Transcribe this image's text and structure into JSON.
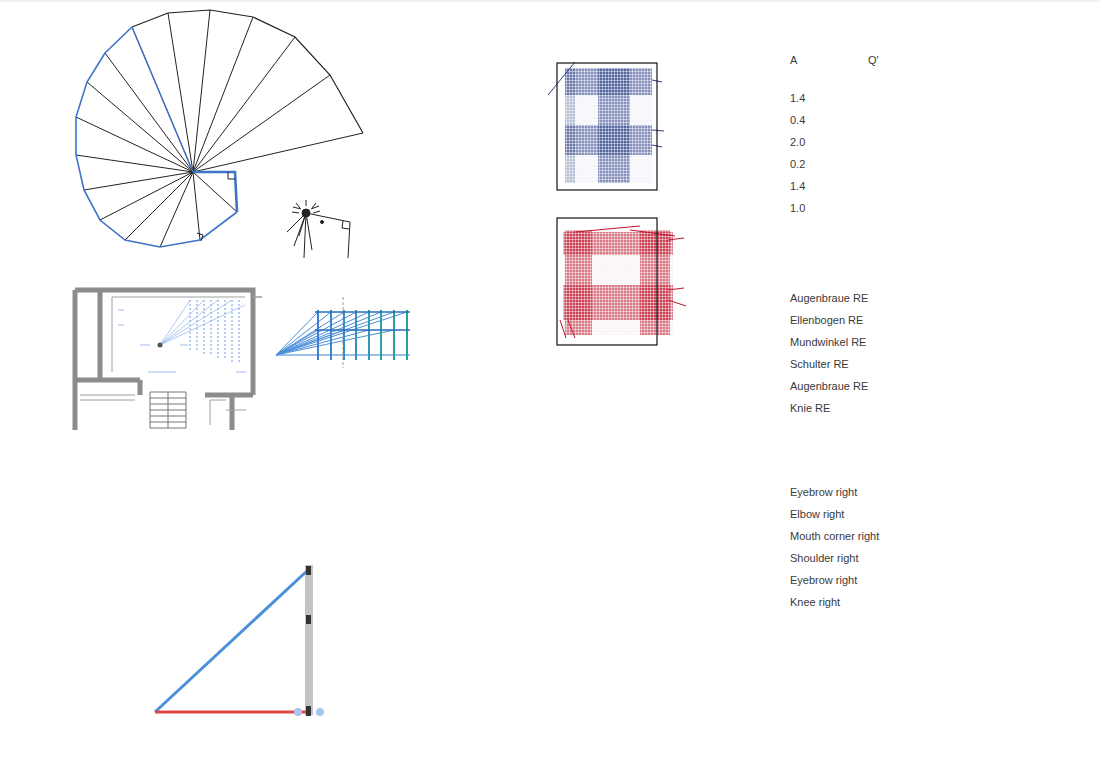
{
  "diagram": {
    "labels": [
      "A",
      "Q'",
      "1.4",
      "0.4",
      "2.0",
      "0.2",
      "1.4",
      "1.0",
      "Augenbraue RE",
      "Ellenbogen RE",
      "Mundwinkel RE",
      "Schulter RE",
      "Augenbraue RE",
      "Knie RE",
      "Eyebrow right",
      "Elbow right",
      "Mouth corner right",
      "Shoulder right",
      "Eyebrow right",
      "Knee right"
    ]
  }
}
